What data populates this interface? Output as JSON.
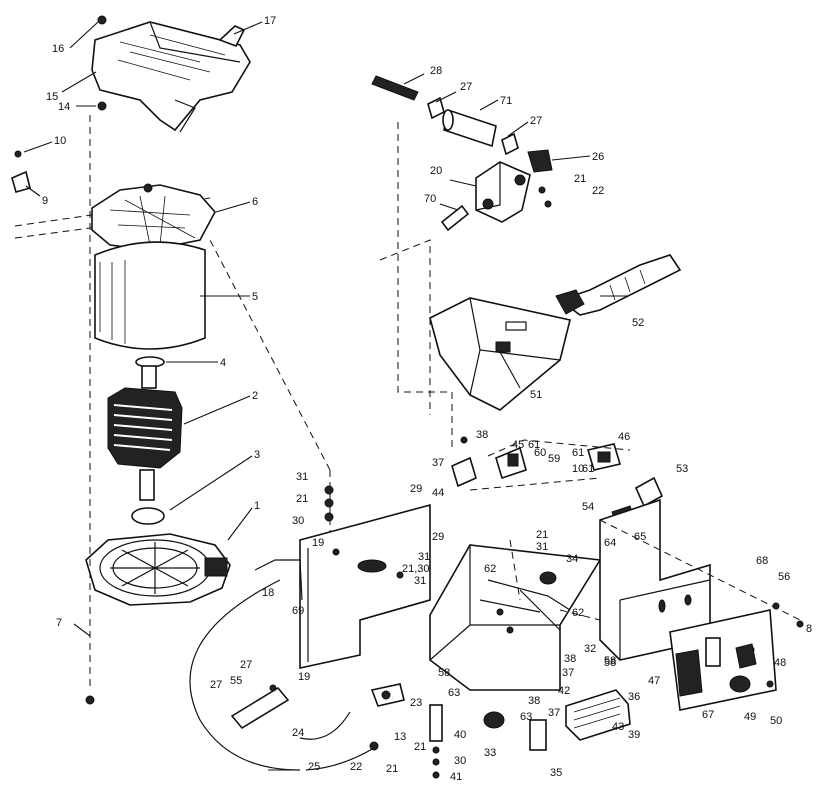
{
  "labels": {
    "p1": "1",
    "p2": "2",
    "p3": "3",
    "p4": "4",
    "p5": "5",
    "p6": "6",
    "p7": "7",
    "p8": "8",
    "p9": "9",
    "p10": "10",
    "p13": "13",
    "p14": "14",
    "p15": "15",
    "p16": "16",
    "p17": "17",
    "p18": "18",
    "p19a": "19",
    "p19b": "19",
    "p20": "20",
    "p21a": "21",
    "p21b": "21",
    "p21c": "21",
    "p21d": "21",
    "p21e": "21",
    "p22a": "22",
    "p22b": "22",
    "p23": "23",
    "p24": "24",
    "p25": "25",
    "p26": "26",
    "p27a": "27",
    "p27b": "27",
    "p27c": "27",
    "p27d": "27",
    "p28": "28",
    "p29a": "29",
    "p29b": "29",
    "p30a": "30",
    "p30b": "30",
    "p31a": "31",
    "p31b": "31",
    "p31c": "31",
    "p32": "32",
    "p33": "33",
    "p34": "34",
    "p35": "35",
    "p36": "36",
    "p37a": "37",
    "p37b": "37",
    "p37c": "37",
    "p38a": "38",
    "p38b": "38",
    "p38c": "38",
    "p39": "39",
    "p40": "40",
    "p41": "41",
    "p42": "42",
    "p43": "43",
    "p44": "44",
    "p45": "45",
    "p46": "46",
    "p47": "47",
    "p48": "48",
    "p49": "49",
    "p50": "50",
    "p51": "51",
    "p52": "52",
    "p53": "53",
    "p54": "54",
    "p55": "55",
    "p56": "56",
    "p58a": "58",
    "p58b": "58",
    "p58c": "58",
    "p59": "59",
    "p60": "60",
    "p61a": "61",
    "p61b": "61",
    "p62a": "62",
    "p62b": "62",
    "p63a": "63",
    "p63b": "63",
    "p64": "64",
    "p65": "65",
    "p67": "67",
    "p68": "68",
    "p69": "69",
    "p70": "70",
    "p71": "71",
    "p2130": "21,30",
    "p31d": "31",
    "p10b": "10",
    "p61c": "61"
  }
}
